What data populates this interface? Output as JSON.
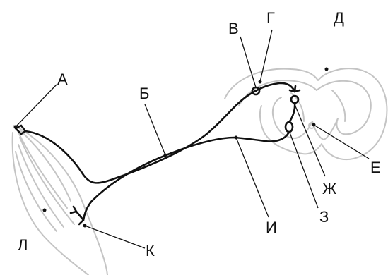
{
  "labels": {
    "A": "А",
    "B": "Б",
    "V": "В",
    "G": "Г",
    "D": "Д",
    "E": "Е",
    "Zh": "Ж",
    "Z": "З",
    "I": "И",
    "K": "К",
    "L": "Л"
  },
  "colors": {
    "outline": "#c4c4c4",
    "nerve": "#111111",
    "background": "#ffffff"
  }
}
